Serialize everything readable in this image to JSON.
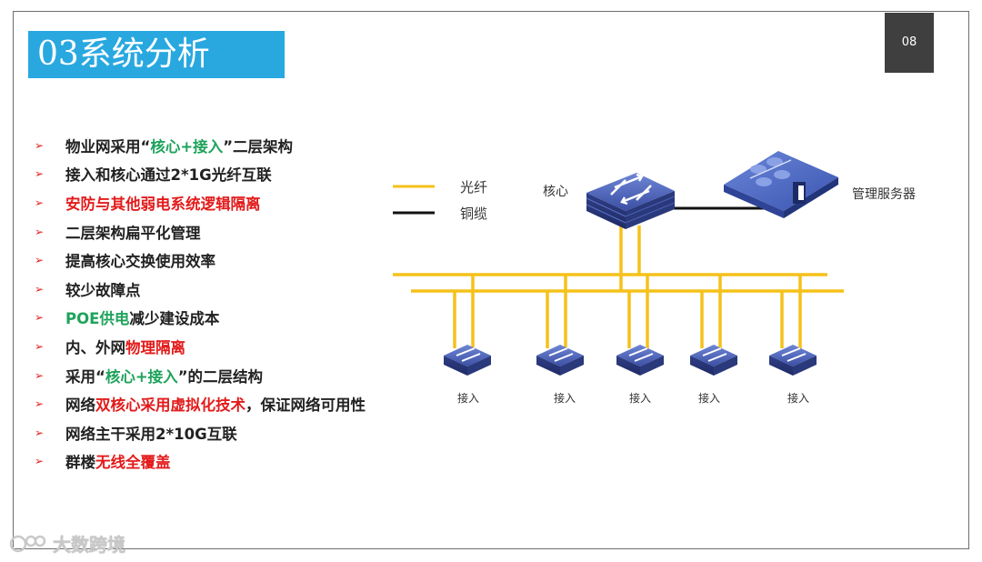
{
  "slide": {
    "title": "03系统分析",
    "page_number": "08"
  },
  "bullets": [
    {
      "segments": [
        {
          "text": "物业网采用“",
          "color": "default"
        },
        {
          "text": "核心+接入",
          "color": "green"
        },
        {
          "text": "”二层架构",
          "color": "default"
        }
      ]
    },
    {
      "segments": [
        {
          "text": "接入和核心通过2*1G光纤互联",
          "color": "default"
        }
      ]
    },
    {
      "segments": [
        {
          "text": "安防与其他弱电系统逻辑隔离",
          "color": "red"
        }
      ]
    },
    {
      "segments": [
        {
          "text": "二层架构扁平化管理",
          "color": "default"
        }
      ]
    },
    {
      "segments": [
        {
          "text": "提高核心交换使用效率",
          "color": "default"
        }
      ]
    },
    {
      "segments": [
        {
          "text": "较少故障点",
          "color": "default"
        }
      ]
    },
    {
      "segments": [
        {
          "text": "POE供电",
          "color": "green"
        },
        {
          "text": "减少建设成本",
          "color": "default"
        }
      ]
    },
    {
      "segments": [
        {
          "text": "内、外网",
          "color": "default"
        },
        {
          "text": "物理隔离",
          "color": "red"
        }
      ]
    },
    {
      "segments": [
        {
          "text": "采用“",
          "color": "default"
        },
        {
          "text": "核心+接入",
          "color": "green"
        },
        {
          "text": "”的二层结构",
          "color": "default"
        }
      ]
    },
    {
      "segments": [
        {
          "text": "网络",
          "color": "default"
        },
        {
          "text": "双核心采用虚拟化技术",
          "color": "red"
        },
        {
          "text": "，保证网络可用性",
          "color": "default"
        }
      ]
    },
    {
      "segments": [
        {
          "text": "网络主干采用2*10G互联",
          "color": "default"
        }
      ]
    },
    {
      "segments": [
        {
          "text": "群楼",
          "color": "default"
        },
        {
          "text": "无线全覆盖",
          "color": "red"
        }
      ]
    }
  ],
  "diagram": {
    "legend": [
      {
        "label": "光纤",
        "color": "#f5c11a"
      },
      {
        "label": "铜缆",
        "color": "#111111"
      }
    ],
    "core_label": "核心",
    "server_label": "管理服务器",
    "access_switches": [
      {
        "label": "接入"
      },
      {
        "label": "接入"
      },
      {
        "label": "接入"
      },
      {
        "label": "接入"
      },
      {
        "label": "接入"
      }
    ]
  },
  "watermark": {
    "text": "大数跨境"
  },
  "colors": {
    "title_bg": "#29a8e0",
    "page_num_bg": "#3f3f3f",
    "green": "#1fa35b",
    "red": "#e31b1b",
    "fiber": "#f5c11a",
    "switch_blue": "#3d4f9e"
  }
}
